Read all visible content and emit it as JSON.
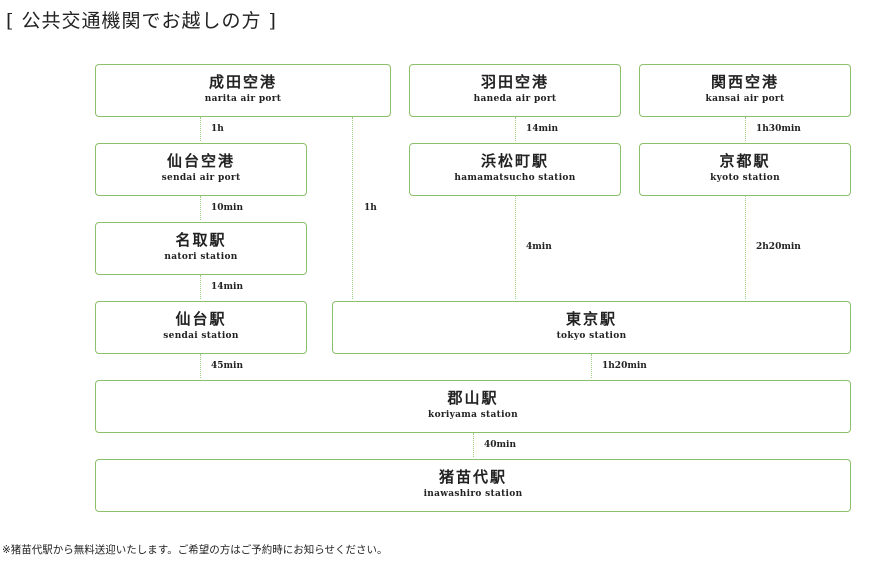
{
  "heading": "[ 公共交通機関でお越しの方 ]",
  "nodes": {
    "narita": {
      "name": "成田空港",
      "sub": "narita air port"
    },
    "haneda": {
      "name": "羽田空港",
      "sub": "haneda air port"
    },
    "kansai": {
      "name": "関西空港",
      "sub": "kansai air port"
    },
    "sendai_airport": {
      "name": "仙台空港",
      "sub": "sendai air port"
    },
    "hamamatsucho": {
      "name": "浜松町駅",
      "sub": "hamamatsucho station"
    },
    "kyoto": {
      "name": "京都駅",
      "sub": "kyoto station"
    },
    "natori": {
      "name": "名取駅",
      "sub": "natori station"
    },
    "sendai": {
      "name": "仙台駅",
      "sub": "sendai station"
    },
    "tokyo": {
      "name": "東京駅",
      "sub": "tokyo station"
    },
    "koriyama": {
      "name": "郡山駅",
      "sub": "koriyama station"
    },
    "inawashiro": {
      "name": "猪苗代駅",
      "sub": "inawashiro station"
    }
  },
  "edges": {
    "narita_sendai_airport": "1h",
    "haneda_hamamatsucho": "14min",
    "kansai_kyoto": "1h30min",
    "sendai_airport_natori": "10min",
    "narita_tokyo": "1h",
    "hamamatsucho_tokyo": "4min",
    "kyoto_tokyo": "2h20min",
    "natori_sendai": "14min",
    "sendai_koriyama": "45min",
    "tokyo_koriyama": "1h20min",
    "koriyama_inawashiro": "40min"
  },
  "note": "※猪苗代駅から無料送迎いたします。ご希望の方はご予約時にお知らせください。"
}
